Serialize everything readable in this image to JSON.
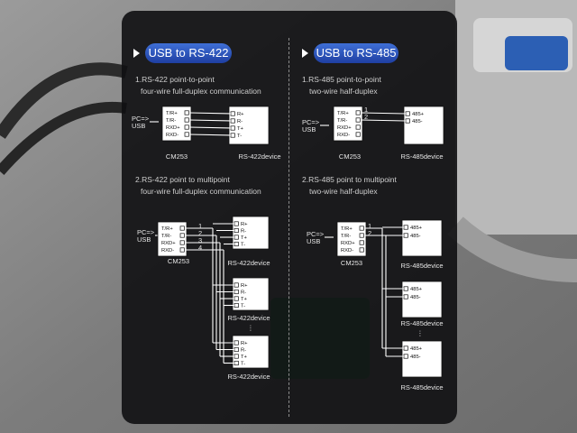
{
  "left_header": "USB to RS-422",
  "right_header": "USB to RS-485",
  "left": {
    "s1_line1": "1.RS-422 point-to-point",
    "s1_line2": "four-wire full-duplex communication",
    "s2_line1": "2.RS-422 point to multipoint",
    "s2_line2": "four-wire full-duplex communication"
  },
  "right": {
    "s1_line1": "1.RS-485 point-to-point",
    "s1_line2": "two-wire half-duplex",
    "s2_line1": "2.RS-485 point to multipoint",
    "s2_line2": "two-wire half-duplex"
  },
  "labels": {
    "pc_usb_1": "PC=>",
    "pc_usb_2": "USB",
    "cm253": "CM253",
    "rs422device": "RS-422device",
    "rs485device": "RS-485device",
    "ellipsis": "⋮",
    "cm_422_pins": [
      "T/R+",
      "T/R-",
      "RXD+",
      "RXD-"
    ],
    "dev_422_pins": [
      "R+",
      "R-",
      "T+",
      "T-"
    ],
    "dev_485_pins": [
      "485+",
      "485-"
    ],
    "pin_nums": [
      "1",
      "2",
      "3",
      "4"
    ]
  }
}
